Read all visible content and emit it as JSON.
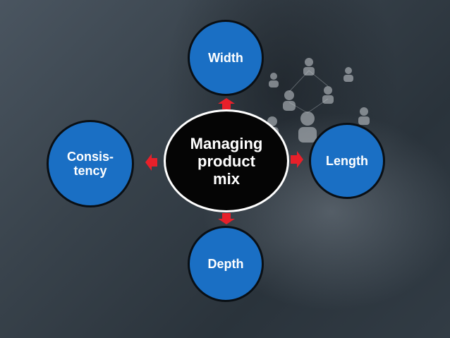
{
  "diagram": {
    "center_label": "Managing\nproduct\nmix",
    "nodes": {
      "top": "Width",
      "right": "Length",
      "bottom": "Depth",
      "left": "Consis-\ntency"
    }
  },
  "colors": {
    "node_fill": "#1a6fc4",
    "center_fill": "#050505",
    "arrow": "#e8202a"
  }
}
